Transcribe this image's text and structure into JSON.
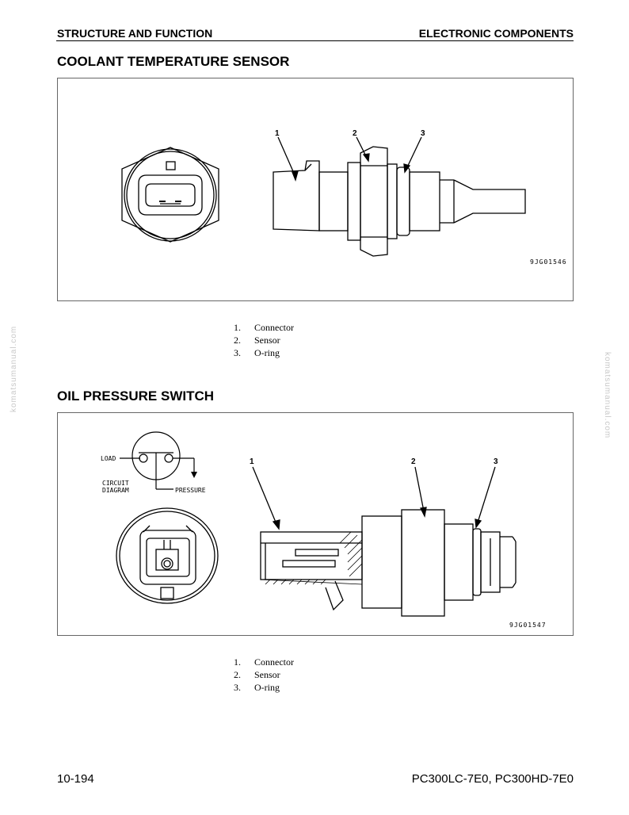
{
  "header": {
    "left": "STRUCTURE AND FUNCTION",
    "right": "ELECTRONIC COMPONENTS"
  },
  "sections": [
    {
      "title": "COOLANT TEMPERATURE SENSOR",
      "figure_code": "9JG01546",
      "callouts": [
        "1",
        "2",
        "3"
      ],
      "legend": [
        {
          "num": "1.",
          "text": "Connector"
        },
        {
          "num": "2.",
          "text": "Sensor"
        },
        {
          "num": "3.",
          "text": "O-ring"
        }
      ]
    },
    {
      "title": "OIL PRESSURE SWITCH",
      "figure_code": "9JG01547",
      "callouts": [
        "1",
        "2",
        "3"
      ],
      "circuit_labels": {
        "load": "LOAD",
        "circuit": "CIRCUIT",
        "diagram": "DIAGRAM",
        "pressure": "PRESSURE"
      },
      "legend": [
        {
          "num": "1.",
          "text": "Connector"
        },
        {
          "num": "2.",
          "text": "Sensor"
        },
        {
          "num": "3.",
          "text": "O-ring"
        }
      ]
    }
  ],
  "watermark": "komatsumanual.com",
  "footer": {
    "page": "10-194",
    "model": "PC300LC-7E0, PC300HD-7E0"
  }
}
